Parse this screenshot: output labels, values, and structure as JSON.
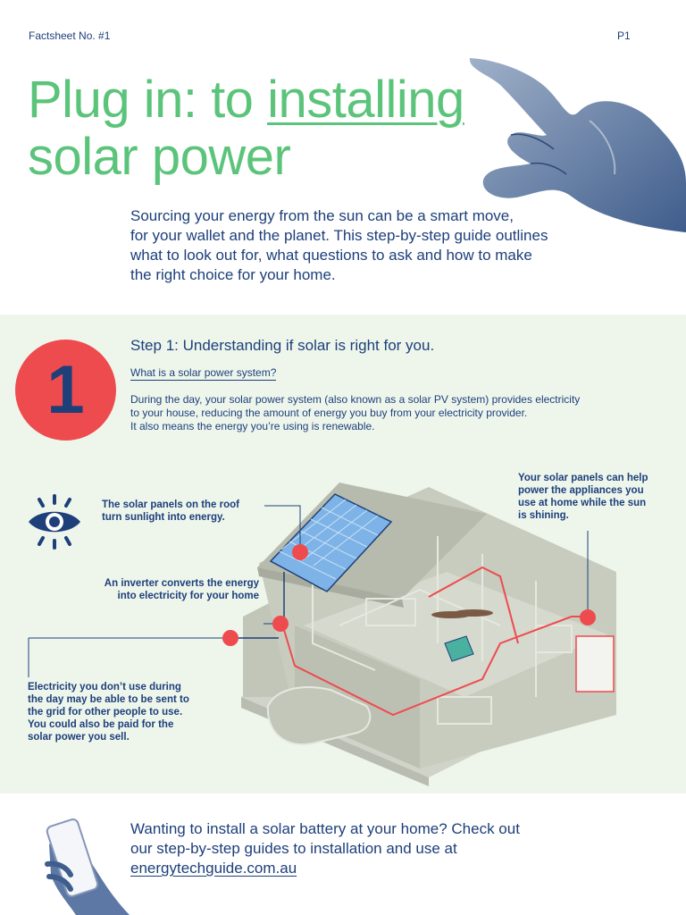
{
  "header": {
    "factsheet": "Factsheet No. #1",
    "page": "P1"
  },
  "title": {
    "part1": "Plug in: to ",
    "underlined": "installing",
    "line2": "solar power"
  },
  "intro": {
    "lines": [
      "Sourcing your energy from the sun can be a smart move,",
      "for your wallet and the planet. This step-by-step guide outlines",
      "what to look out for, what questions to ask and how to make",
      "the right choice for your home."
    ]
  },
  "step": {
    "number": "1",
    "title": "Step 1: Understanding if solar is right for you.",
    "subheading": "What is a solar power system?",
    "body_lines": [
      "During the day, your solar power system (also known as a solar PV system) provides electricity",
      "to your house, reducing the amount of energy you buy from your electricity provider.",
      "It also means the energy you’re using is renewable."
    ]
  },
  "callouts": {
    "panels": [
      "The solar panels on the roof",
      "turn sunlight into energy."
    ],
    "inverter": [
      "An inverter converts the energy",
      "into electricity for your home"
    ],
    "appliances": [
      "Your solar panels can help",
      "power the appliances you",
      "use at home while the sun",
      "is shining."
    ],
    "grid": [
      "Electricity you don’t use during",
      "the day may be able to be sent to",
      "the grid for other people to use.",
      "You could also be paid for the",
      "solar power you sell."
    ]
  },
  "cta": {
    "line1": "Wanting to install a solar battery at your home? Check out",
    "line2": "our step-by-step guides to installation and use at",
    "link": "energytechguide.com.au"
  },
  "colors": {
    "green": "#5bc47a",
    "navy": "#1d3f7a",
    "red": "#ee4b4f",
    "band": "#eef6ec"
  },
  "icons": [
    "hand-pinch-image",
    "eye-icon",
    "house-illustration",
    "hand-phone-image"
  ]
}
